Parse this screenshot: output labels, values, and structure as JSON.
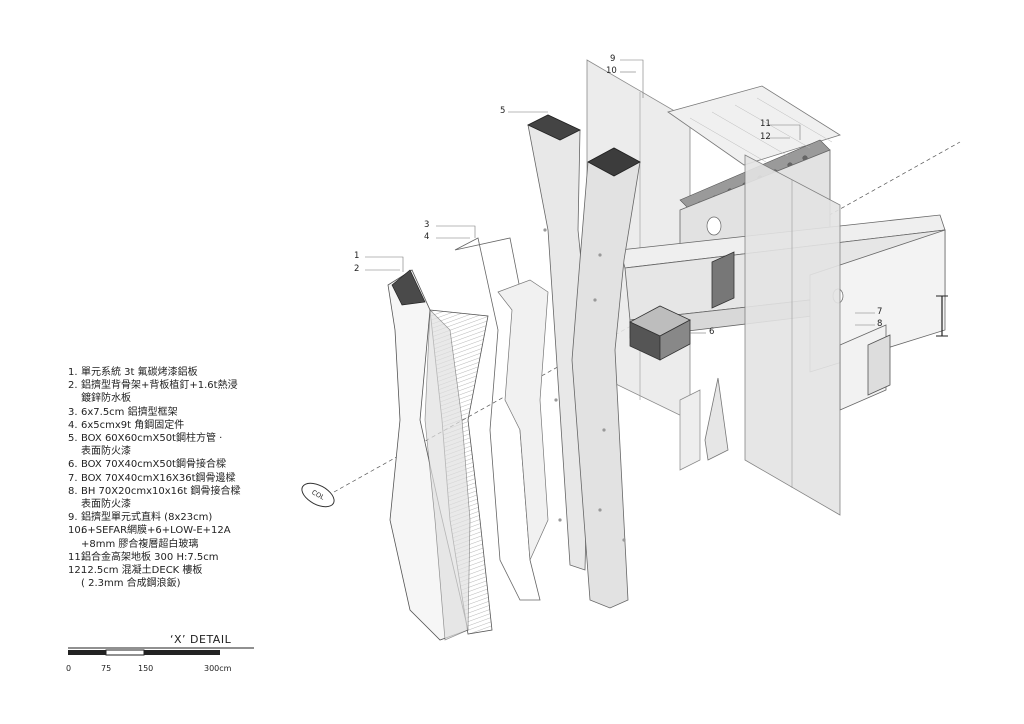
{
  "legend": [
    {
      "num": "1.",
      "text": "單元系統 3t 氟碳烤漆鋁板"
    },
    {
      "num": "2.",
      "text": "鋁擠型背骨架+背板植釘+1.6t熱浸\n鍍鋅防水板"
    },
    {
      "num": "3.",
      "text": "6x7.5cm 鋁擠型框架"
    },
    {
      "num": "4.",
      "text": "6x5cmx9t 角鋼固定件"
    },
    {
      "num": "5.",
      "text": "BOX 60X60cmX50t鋼柱方管 ·\n表面防火漆"
    },
    {
      "num": "6.",
      "text": "BOX 70X40cmX50t鋼骨接合樑"
    },
    {
      "num": "7.",
      "text": "BOX 70X40cmX16X36t鋼骨邊樑"
    },
    {
      "num": "8.",
      "text": "BH 70X20cmx10x16t 鋼骨接合樑\n表面防火漆"
    },
    {
      "num": "9.",
      "text": "鋁擠型單元式直料 (8x23cm)"
    },
    {
      "num": "10.",
      "text": "6+SEFAR網膜+6+LOW-E+12A\n+8mm 膠合複層超白玻璃"
    },
    {
      "num": "11.",
      "text": "鋁合金高架地板 300 H:7.5cm"
    },
    {
      "num": "12.",
      "text": "12.5cm 混凝土DECK 樓板\n( 2.3mm 合成鋼浪鈑)"
    }
  ],
  "drawing_title": "‘X’ DETAIL",
  "scale_labels": [
    "0",
    "75",
    "150",
    "300cm"
  ],
  "column_tag": "COL",
  "callouts": [
    "1",
    "2",
    "3",
    "4",
    "5",
    "6",
    "7",
    "8",
    "9",
    "10",
    "11",
    "12"
  ]
}
